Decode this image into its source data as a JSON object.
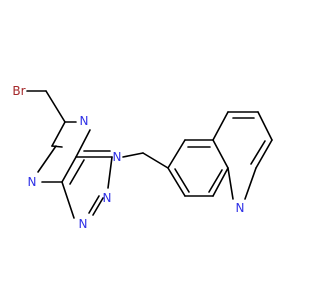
{
  "colors": {
    "background": "#ffffff",
    "bond": "#000000",
    "nitrogen": "#2f31e6",
    "bromine": "#a5282a"
  },
  "atoms": [
    {
      "id": "br",
      "symbol": "Br",
      "element": "bromine"
    },
    {
      "id": "n_pyrazine_top",
      "symbol": "N",
      "element": "nitrogen"
    },
    {
      "id": "n_pyrazine_bottom",
      "symbol": "N",
      "element": "nitrogen"
    },
    {
      "id": "n_triazole_1",
      "symbol": "N",
      "element": "nitrogen"
    },
    {
      "id": "n_triazole_2",
      "symbol": "N",
      "element": "nitrogen"
    },
    {
      "id": "n_triazole_3",
      "symbol": "N",
      "element": "nitrogen"
    },
    {
      "id": "n_quinoline",
      "symbol": "N",
      "element": "nitrogen"
    }
  ]
}
